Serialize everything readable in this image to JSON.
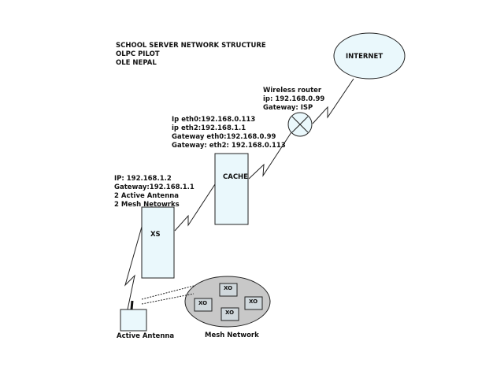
{
  "title_lines": [
    "SCHOOL SERVER NETWORK STRUCTURE",
    "OLPC PILOT",
    "OLE NEPAL"
  ],
  "internet": {
    "label": "INTERNET"
  },
  "router": {
    "lines": [
      "Wireless router",
      "ip: 192.168.0.99",
      "Gateway: ISP"
    ]
  },
  "cache": {
    "label": "CACHE",
    "lines": [
      "Ip eth0:192.168.0.113",
      "ip eth2:192.168.1.1",
      "Gateway eth0:192.168.0.99",
      "Gateway: eth2: 192.168.0.113"
    ]
  },
  "xs": {
    "label": "XS",
    "lines": [
      "IP: 192.168.1.2",
      "Gateway:192.168.1.1",
      "2 Active Antenna",
      "2 Mesh Netowrks"
    ]
  },
  "antenna": {
    "label": "Active Antenna"
  },
  "mesh": {
    "label": "Mesh Network",
    "nodes": [
      "XO",
      "XO",
      "XO",
      "XO"
    ]
  },
  "colors": {
    "fill": "#eaf8fc",
    "mesh_fill": "#c8c8c8",
    "xo_fill": "#d0d8dc"
  }
}
